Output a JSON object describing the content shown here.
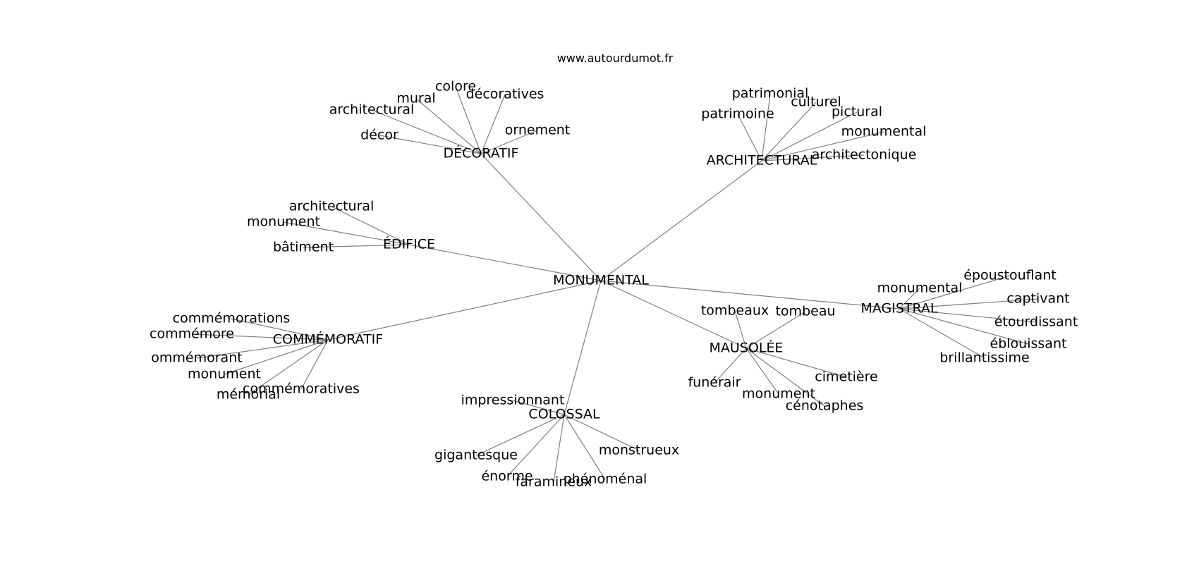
{
  "source": "www.autourdumot.fr",
  "colors": {
    "edge": "#808080",
    "text": "#000000",
    "background": "#ffffff"
  },
  "center": "MONUMENTAL",
  "clusters": [
    {
      "label": "DÉCORATIF",
      "leaves": [
        "colore",
        "mural",
        "décoratives",
        "architectural",
        "ornement",
        "décor"
      ]
    },
    {
      "label": "ARCHITECTURAL",
      "leaves": [
        "patrimonial",
        "culturel",
        "patrimoine",
        "pictural",
        "monumental",
        "architectonique"
      ]
    },
    {
      "label": "ÉDIFICE",
      "leaves": [
        "architectural",
        "monument",
        "bâtiment"
      ]
    },
    {
      "label": "MAGISTRAL",
      "leaves": [
        "époustouflant",
        "monumental",
        "captivant",
        "étourdissant",
        "éblouissant",
        "brillantissime"
      ]
    },
    {
      "label": "COMMÉMORATIF",
      "leaves": [
        "commémorations",
        "commémore",
        "ommémorant",
        "monument",
        "commémoratives",
        "mémorial"
      ]
    },
    {
      "label": "MAUSOLÉE",
      "leaves": [
        "tombeaux",
        "tombeau",
        "cimetière",
        "funérair",
        "monument",
        "cénotaphes"
      ]
    },
    {
      "label": "COLOSSAL",
      "leaves": [
        "impressionnant",
        "monstrueux",
        "gigantesque",
        "énorme",
        "phénoménal",
        "faramineux"
      ]
    }
  ]
}
